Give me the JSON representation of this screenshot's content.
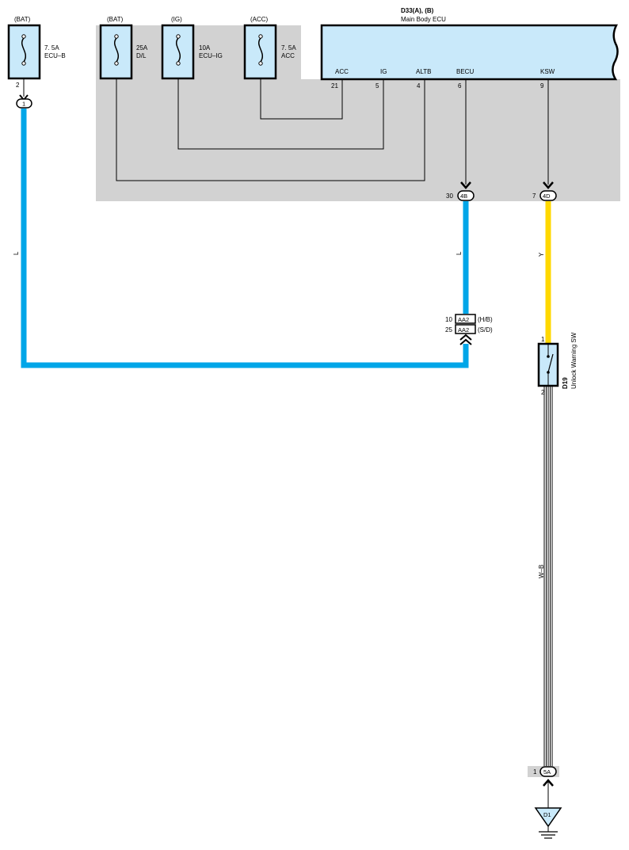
{
  "fuses": [
    {
      "supply": "(BAT)",
      "pin": "2",
      "rating": "7. 5A",
      "name": "ECU–B"
    },
    {
      "supply": "(BAT)",
      "rating": "25A",
      "name": "D/L"
    },
    {
      "supply": "(IG)",
      "rating": "10A",
      "name": "ECU–IG"
    },
    {
      "supply": "(ACC)",
      "rating": "7. 5A",
      "name": "ACC"
    }
  ],
  "ecu": {
    "code": "D33(A), (B)",
    "name": "Main Body ECU",
    "terminals": [
      {
        "label": "ACC",
        "pin": "21"
      },
      {
        "label": "IG",
        "pin": "5"
      },
      {
        "label": "ALTB",
        "pin": "4"
      },
      {
        "label": "BECU",
        "pin": "6"
      },
      {
        "label": "KSW",
        "pin": "9"
      }
    ]
  },
  "connectors": {
    "fuse_out": {
      "code": "1"
    },
    "becu_out": {
      "pin": "30",
      "code": "4B"
    },
    "ksw_out": {
      "pin": "7",
      "code": "4D"
    },
    "aa2_hb": {
      "pin": "10",
      "code": "AA2",
      "location": "(H/B)"
    },
    "aa2_sd": {
      "pin": "25",
      "code": "AA2",
      "location": "(S/D)"
    },
    "ground_conn": {
      "pin": "1",
      "code": "5A"
    }
  },
  "wires": {
    "left_color": "L",
    "becu_color": "L",
    "ksw_color": "Y",
    "ground_color": "W–B"
  },
  "switch": {
    "code": "D19",
    "name": "Unlock Warning SW",
    "pin_top": "1",
    "pin_bottom": "2"
  },
  "ground": {
    "code": "D1"
  },
  "colors": {
    "wire_blue": "#00a6e8",
    "wire_yellow": "#ffd800",
    "ecu_fill": "#c9e9fa",
    "junction_gray": "#d2d2d2"
  }
}
